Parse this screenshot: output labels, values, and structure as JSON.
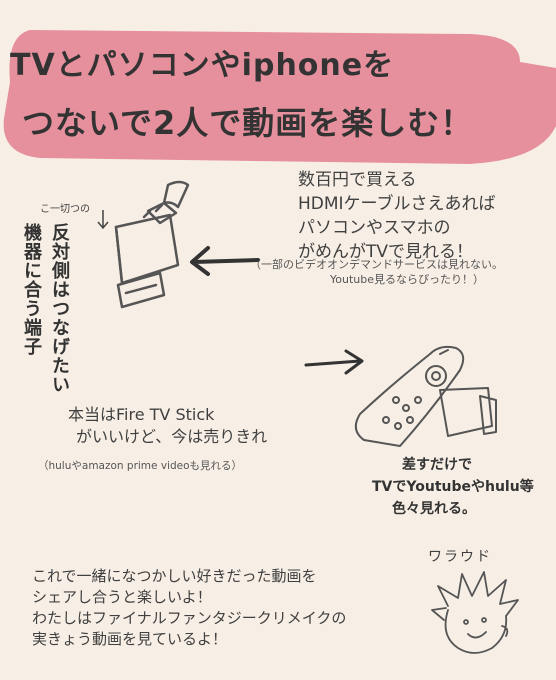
{
  "title": {
    "line1": "TVとパソコンやiphoneを",
    "line2": "つないで2人で動画を楽しむ！"
  },
  "cable_label": {
    "top_note": "こ一切つの",
    "vertical_right": "反対側はつなげたい",
    "vertical_left": "機器に合う端子"
  },
  "cable_note": {
    "lines": [
      "数百円で買える",
      "HDMIケーブルさえあれば",
      "パソコンやスマホの",
      "がめんがTVで見れる！"
    ],
    "sub1": "（一部のビデオオンデマンドサービスは見れない。",
    "sub2": "Youtube見るならぴったり！）"
  },
  "stick_note": {
    "line1": "本当はFire TV Stick",
    "line2": "がいいけど、今は売りきれ",
    "sub": "（huluやamazon prime videoも見れる）"
  },
  "tv_note": {
    "line1": "差すだけで",
    "line2": "TVでYoutubeやhulu等",
    "line3": "色々見れる。"
  },
  "bottom_message": {
    "lines": [
      "これで一緒になつかしい好きだった動画を",
      "シェアし合うと楽しいよ！",
      "わたしはファイナルファンタジークリメイクの",
      "実きょう動画を見ているよ！"
    ]
  },
  "character": {
    "name": "ワラウド"
  },
  "colors": {
    "background": "#f7efe6",
    "banner": "#e7909d",
    "ink": "#3a3a3a"
  }
}
